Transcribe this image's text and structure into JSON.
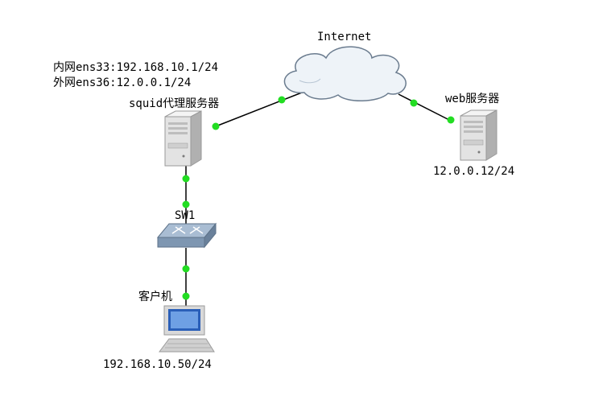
{
  "internet_label": "Internet",
  "proxy": {
    "ip_inner": "内网ens33:192.168.10.1/24",
    "ip_outer": "外网ens36:12.0.0.1/24",
    "name": "squid代理服务器"
  },
  "web": {
    "name": "web服务器",
    "ip": "12.0.0.12/24"
  },
  "switch": {
    "name": "SW1"
  },
  "client": {
    "name": "客户机",
    "ip": "192.168.10.50/24"
  },
  "colors": {
    "link": "#000000",
    "port_dot": "#22dd22",
    "cloud_fill": "#eef3f8",
    "cloud_stroke": "#6b7c8f",
    "switch_fill": "#8aa2bd",
    "server_fill": "#e6e6e6"
  }
}
